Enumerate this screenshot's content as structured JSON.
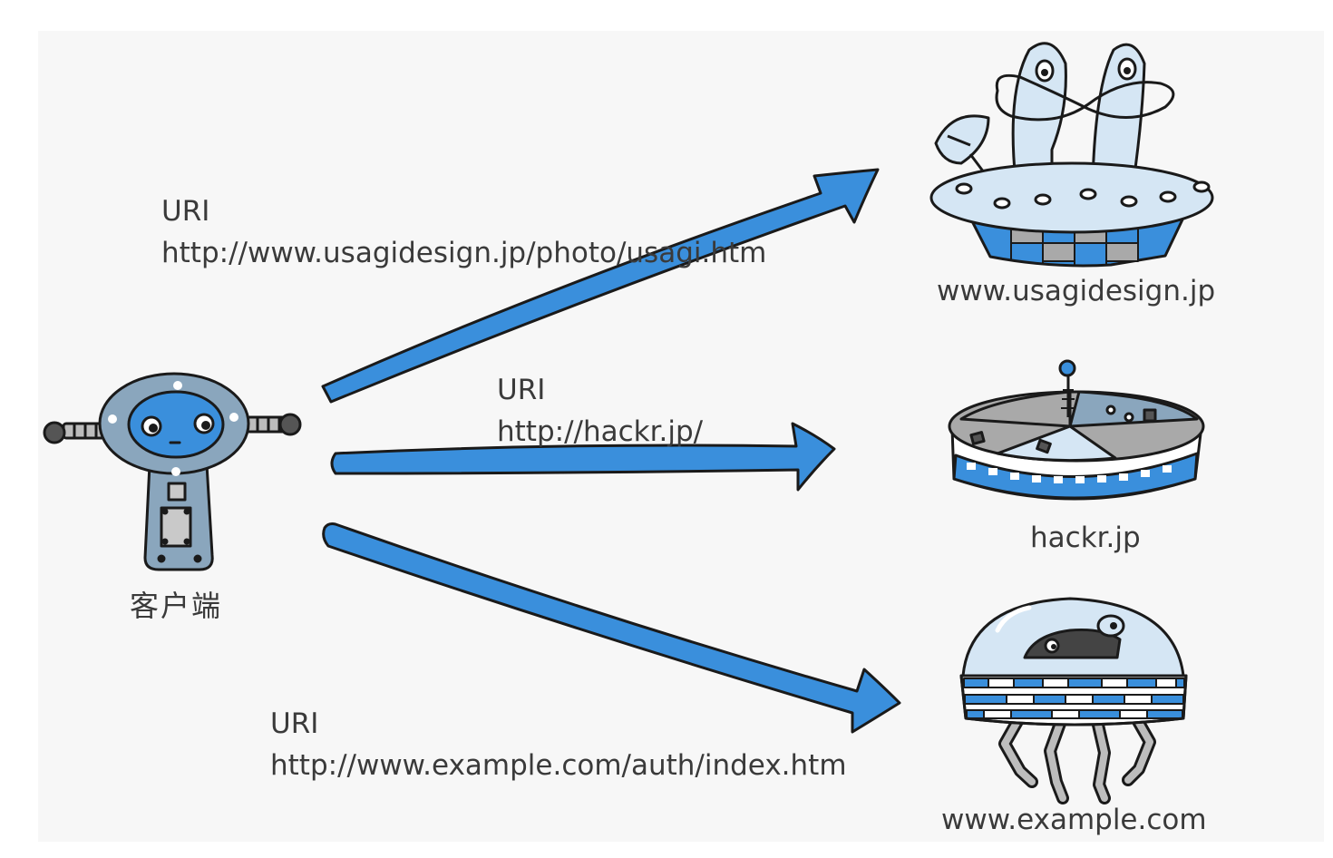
{
  "client": {
    "label": "客户端"
  },
  "requests": [
    {
      "tag": "URI",
      "uri": "http://www.usagidesign.jp/photo/usagi.htm",
      "server": "www.usagidesign.jp"
    },
    {
      "tag": "URI",
      "uri": "http://hackr.jp/",
      "server": "hackr.jp"
    },
    {
      "tag": "URI",
      "uri": "http://www.example.com/auth/index.htm",
      "server": "www.example.com"
    }
  ],
  "colors": {
    "arrow": "#3a8fdc",
    "outline": "#1a1a1a",
    "robot_body": "#8aa6bd",
    "light_blue": "#d5e6f4",
    "mid_blue": "#3a8fdc",
    "grey": "#a9a9a9",
    "text": "#3a3a3a"
  }
}
